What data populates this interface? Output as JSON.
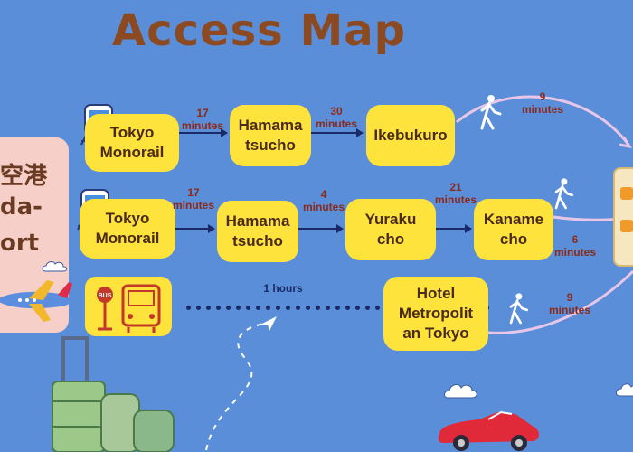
{
  "title": "Access Map",
  "airport": {
    "lines": [
      "空港",
      "da-",
      "ort"
    ]
  },
  "routes": [
    {
      "stations": [
        "Tokyo\nMonorail",
        "Hamama\ntsucho",
        "Ikebukuro"
      ],
      "times": [
        "17\nminutes",
        "30\nminutes"
      ],
      "walk_time": "9\nminutes"
    },
    {
      "stations": [
        "Tokyo\nMonorail",
        "Hamama\ntsucho",
        "Yuraku\ncho",
        "Kaname\ncho"
      ],
      "times": [
        "17\nminutes",
        "4\nminutes",
        "21\nminutes"
      ],
      "walk_time": "6\nminutes"
    },
    {
      "bus_label": "BUS",
      "duration": "1 hours",
      "destination": "Hotel\nMetropolit\nan Tokyo",
      "walk_time": "9\nminutes"
    }
  ],
  "colors": {
    "background": "#5b8ed8",
    "title": "#8b4a22",
    "box": "#fde33c",
    "time_text": "#8b2a1a",
    "arrow": "#1a2a66",
    "curve": "#e8c6e8"
  },
  "icons": [
    "train-icon",
    "walking-person-icon",
    "bus-stop-icon",
    "airplane-icon",
    "cloud-icon",
    "suitcase-icon",
    "car-icon",
    "hotel-icon"
  ]
}
